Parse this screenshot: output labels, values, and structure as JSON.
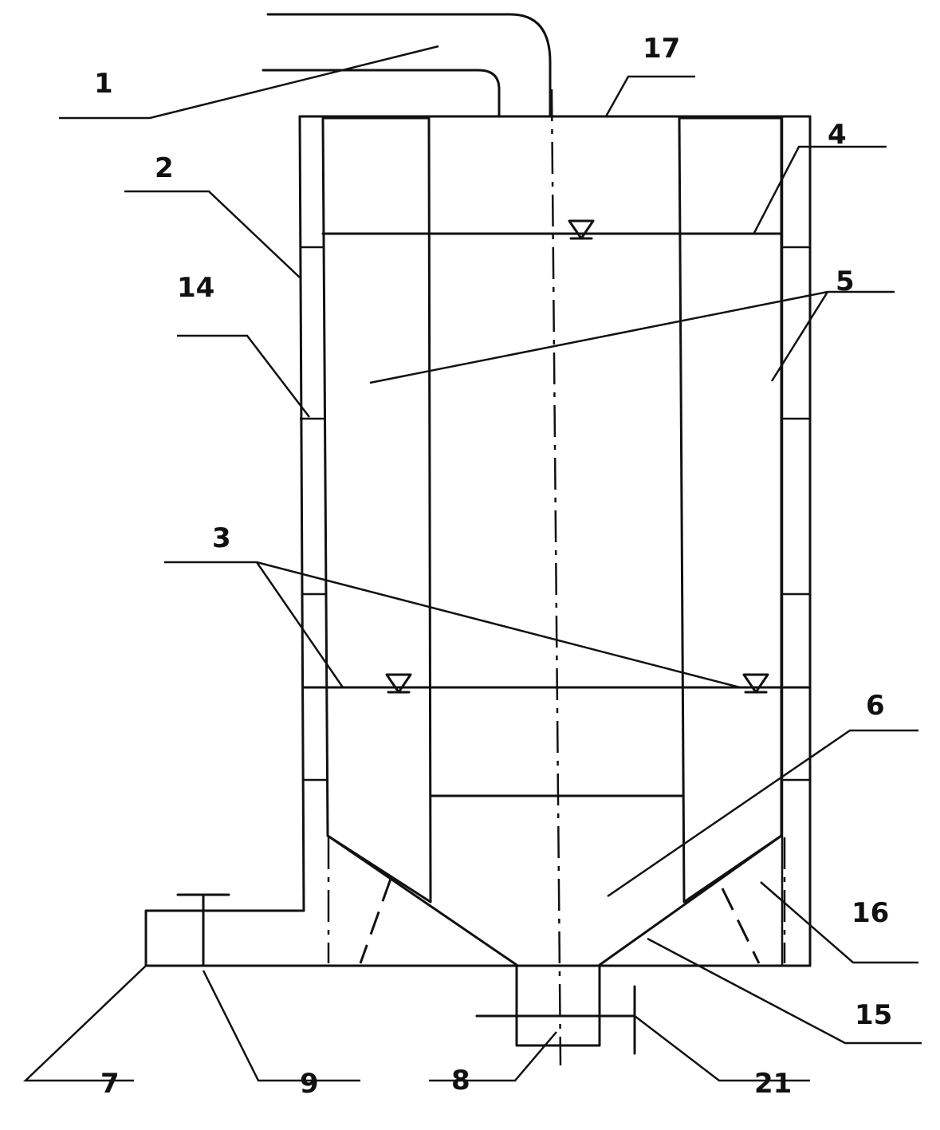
{
  "diagram": {
    "labels": {
      "l1": "1",
      "l2": "2",
      "l3": "3",
      "l4": "4",
      "l5": "5",
      "l6": "6",
      "l7": "7",
      "l8": "8",
      "l9": "9",
      "l14": "14",
      "l15": "15",
      "l16": "16",
      "l17": "17",
      "l21": "21"
    },
    "colors": {
      "ink": "#111111",
      "background": "#ffffff"
    }
  }
}
